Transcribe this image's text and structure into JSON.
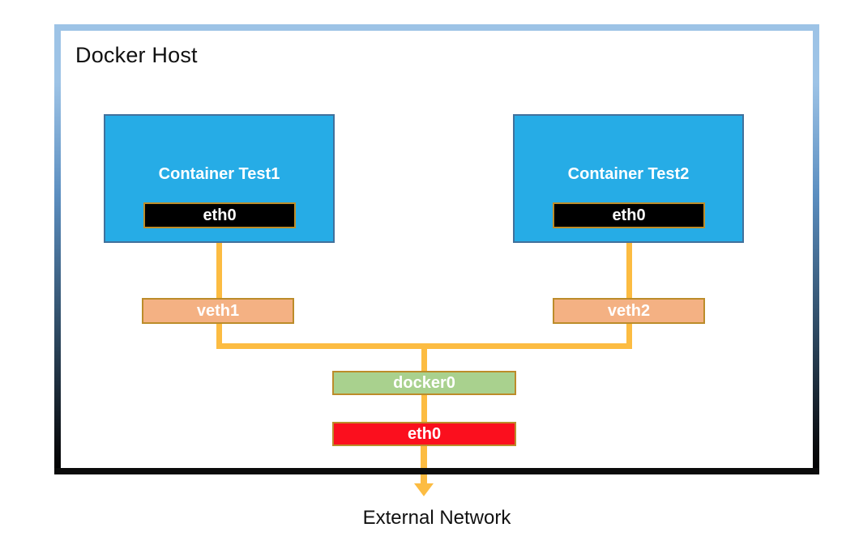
{
  "diagram": {
    "host": {
      "title": "Docker Host"
    },
    "containers": [
      {
        "name": "Container Test1",
        "interface_label": "eth0"
      },
      {
        "name": "Container Test2",
        "interface_label": "eth0"
      }
    ],
    "veth_interfaces": [
      {
        "label": "veth1"
      },
      {
        "label": "veth2"
      }
    ],
    "bridge": {
      "label": "docker0"
    },
    "host_interface": {
      "label": "eth0"
    },
    "external_label": "External Network",
    "colors": {
      "container_fill": "#26ACE6",
      "container_border": "#41719C",
      "interface_box_fill": "#000000",
      "gold_border": "#BC8C2A",
      "veth_fill": "#F4B183",
      "bridge_fill": "#A9D18E",
      "host_interface_fill": "#FB0F1E",
      "connector": "#FCBC42",
      "frame_top": "#9DC3E6",
      "frame_bottom": "#000000"
    }
  }
}
